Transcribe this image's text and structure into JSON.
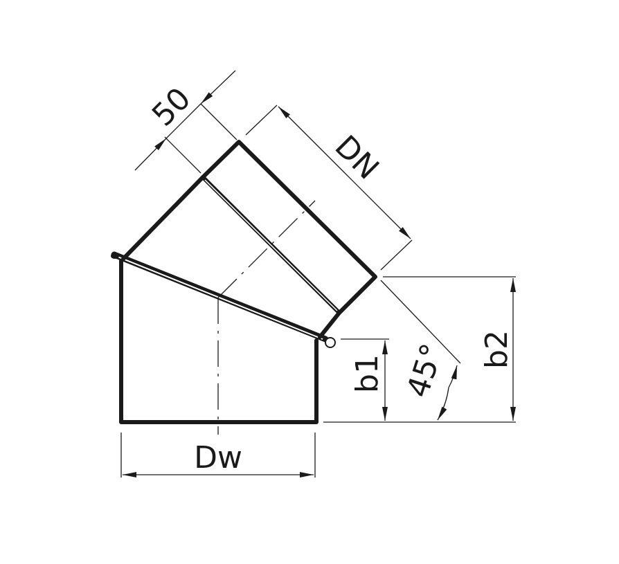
{
  "labels": {
    "collar_length": "50",
    "nominal_diameter": "DN",
    "outer_diameter": "Dw",
    "height_b1": "b1",
    "angle": "45°",
    "height_b2": "b2"
  }
}
